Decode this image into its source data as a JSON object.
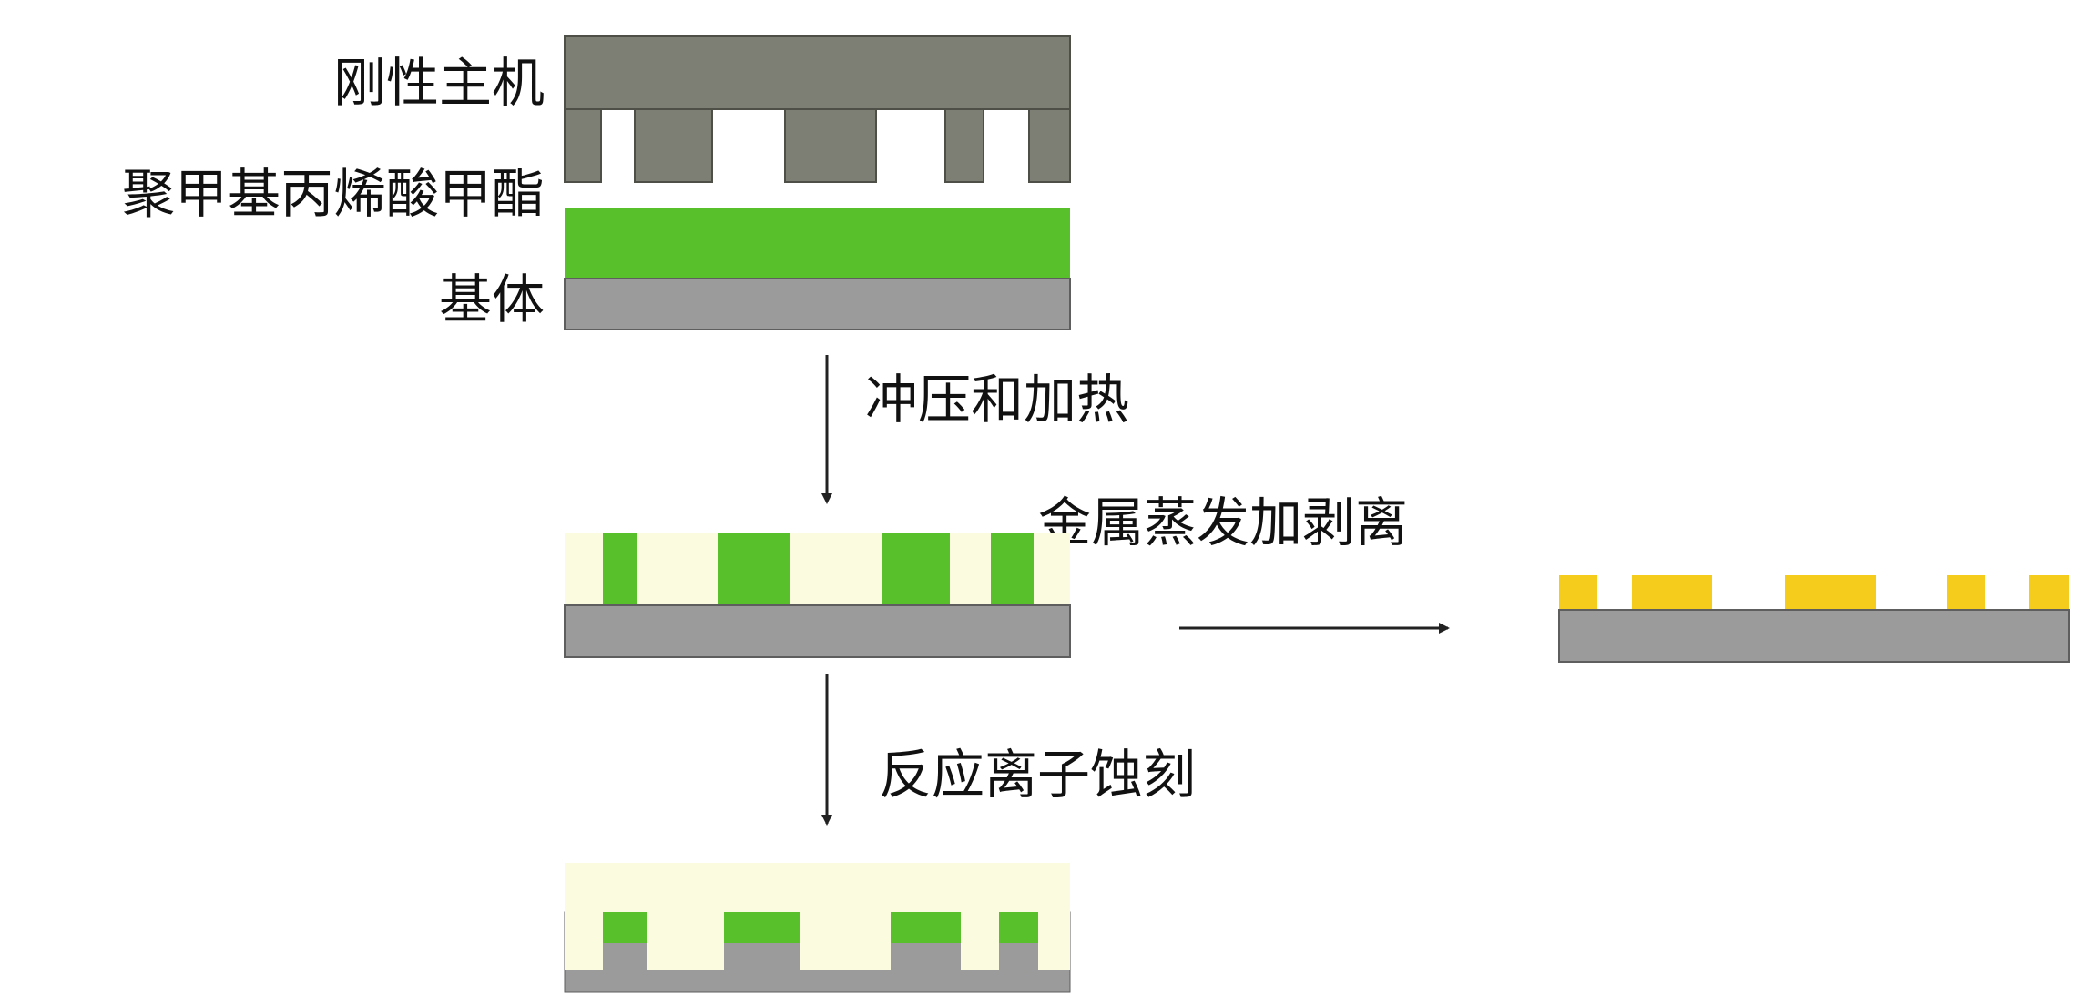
{
  "labels": {
    "mold": "刚性主机",
    "pmma": "聚甲基丙烯酸甲酯",
    "substrate": "基体",
    "step_imprint": "冲压和加热",
    "step_metal": "金属蒸发加剥离",
    "step_rie": "反应离子蚀刻"
  },
  "colors": {
    "mold": "#7d7f74",
    "mold_edge": "#4e5047",
    "pmma": "#58c02a",
    "substrate": "#9b9b9b",
    "substrate_edge": "#5e5e5e",
    "cavity": "#fafbdf",
    "metal": "#f5cc1b",
    "arrow": "#222222"
  }
}
